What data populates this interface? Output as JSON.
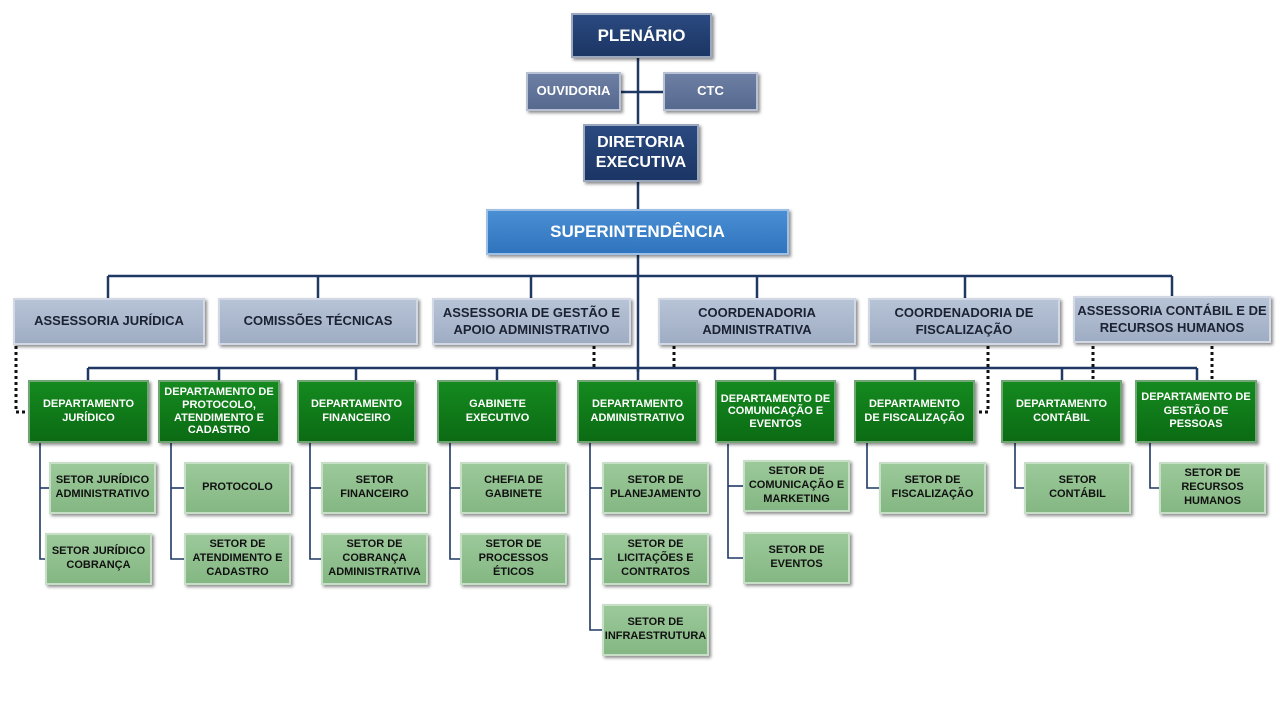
{
  "top": {
    "plenario": "PLENÁRIO",
    "ouvidoria": "OUVIDORIA",
    "ctc": "CTC",
    "diretoria": "DIRETORIA\nEXECUTIVA",
    "superintendencia": "SUPERINTENDÊNCIA"
  },
  "advisory": [
    "ASSESSORIA JURÍDICA",
    "COMISSÕES TÉCNICAS",
    "ASSESSORIA DE GESTÃO E\nAPOIO ADMINISTRATIVO",
    "COORDENADORIA\nADMINISTRATIVA",
    "COORDENADORIA DE\nFISCALIZAÇÃO",
    "ASSESSORIA CONTÁBIL E DE\nRECURSOS HUMANOS"
  ],
  "departments": [
    {
      "name": "DEPARTAMENTO\nJURÍDICO",
      "sectors": [
        "SETOR JURÍDICO\nADMINISTRATIVO",
        "SETOR JURÍDICO\nCOBRANÇA"
      ]
    },
    {
      "name": "DEPARTAMENTO DE\nPROTOCOLO,\nATENDIMENTO E\nCADASTRO",
      "sectors": [
        "PROTOCOLO",
        "SETOR DE\nATENDIMENTO E\nCADASTRO"
      ]
    },
    {
      "name": "DEPARTAMENTO\nFINANCEIRO",
      "sectors": [
        "SETOR\nFINANCEIRO",
        "SETOR DE\nCOBRANÇA\nADMINISTRATIVA"
      ]
    },
    {
      "name": "GABINETE\nEXECUTIVO",
      "sectors": [
        "CHEFIA DE\nGABINETE",
        "SETOR DE\nPROCESSOS\nÉTICOS"
      ]
    },
    {
      "name": "DEPARTAMENTO\nADMINISTRATIVO",
      "sectors": [
        "SETOR DE\nPLANEJAMENTO",
        "SETOR DE\nLICITAÇÕES E\nCONTRATOS",
        "SETOR DE\nINFRAESTRUTURA"
      ]
    },
    {
      "name": "DEPARTAMENTO DE\nCOMUNICAÇÃO E\nEVENTOS",
      "sectors": [
        "SETOR DE\nCOMUNICAÇÃO E\nMARKETING",
        "SETOR DE\nEVENTOS"
      ]
    },
    {
      "name": "DEPARTAMENTO\nDE FISCALIZAÇÃO",
      "sectors": [
        "SETOR DE\nFISCALIZAÇÃO"
      ]
    },
    {
      "name": "DEPARTAMENTO\nCONTÁBIL",
      "sectors": [
        "SETOR\nCONTÁBIL"
      ]
    },
    {
      "name": "DEPARTAMENTO  DE\nGESTÃO DE PESSOAS",
      "sectors": [
        "SETOR DE\nRECURSOS\nHUMANOS"
      ]
    }
  ]
}
